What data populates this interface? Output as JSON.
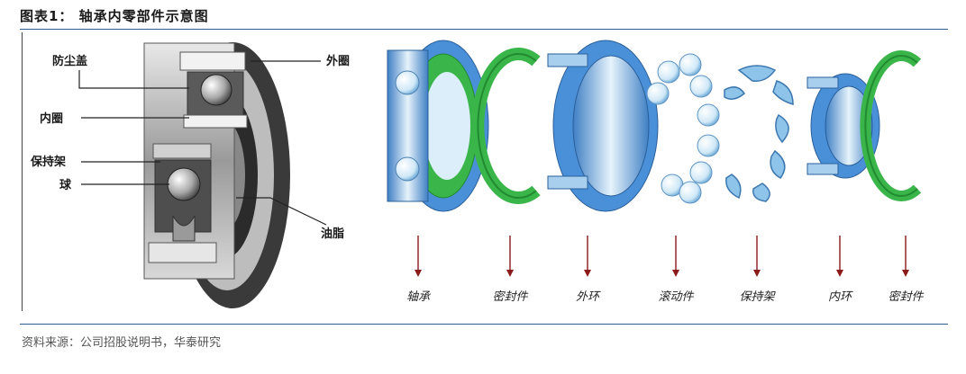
{
  "figure": {
    "title": "图表1：  轴承内零部件示意图",
    "source": "资料来源：公司招股说明书，华泰研究"
  },
  "cross_section_labels": {
    "dust_cover": "防尘盖",
    "inner_ring": "内圈",
    "cage": "保持架",
    "ball": "球",
    "outer_ring": "外圈",
    "grease": "油脂"
  },
  "exploded_parts": [
    {
      "label": "轴承"
    },
    {
      "label": "密封件"
    },
    {
      "label": "外环"
    },
    {
      "label": "滚动件"
    },
    {
      "label": "保持架"
    },
    {
      "label": "内环"
    },
    {
      "label": "密封件"
    }
  ],
  "colors": {
    "title_rule": "#2d5d8f",
    "steel_blue": "#4a90d9",
    "seal_green": "#3ab54a",
    "arrow": "#8b1a1a"
  }
}
